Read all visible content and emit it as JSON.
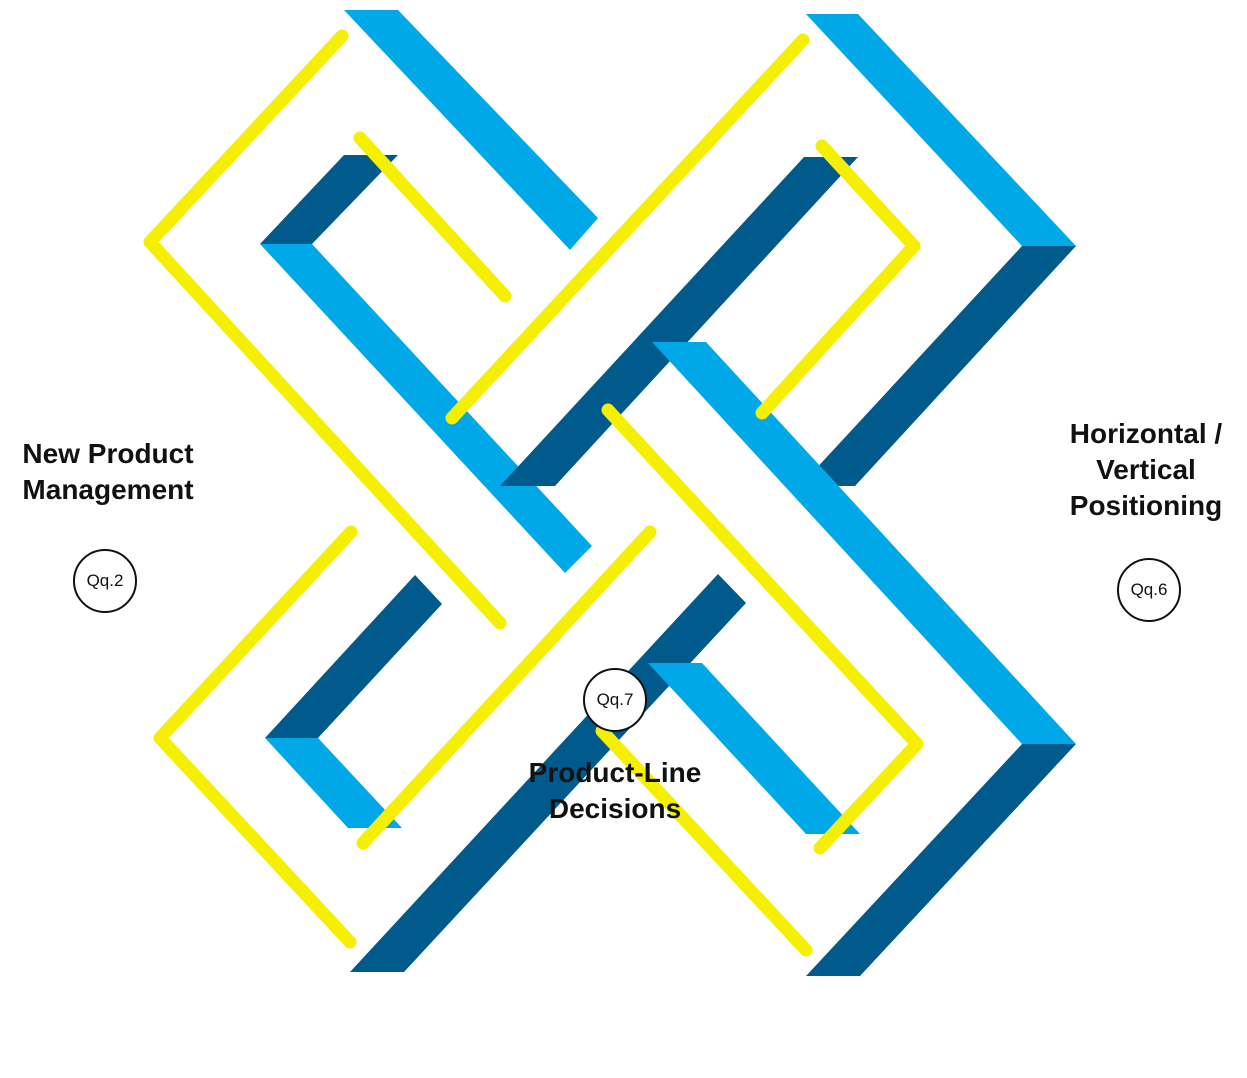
{
  "colors": {
    "light_blue": "#00a8e8",
    "dark_blue": "#005a8c",
    "yellow": "#f5ef00",
    "text": "#111111"
  },
  "labels": {
    "left": {
      "line1": "New Product",
      "line2": "Management",
      "badge": "Qq.2"
    },
    "right": {
      "line1": "Horizontal /",
      "line2": "Vertical",
      "line3": "Positioning",
      "badge": "Qq.6"
    },
    "bottom": {
      "line1": "Product-Line",
      "line2": "Decisions",
      "badge": "Qq.7"
    }
  }
}
